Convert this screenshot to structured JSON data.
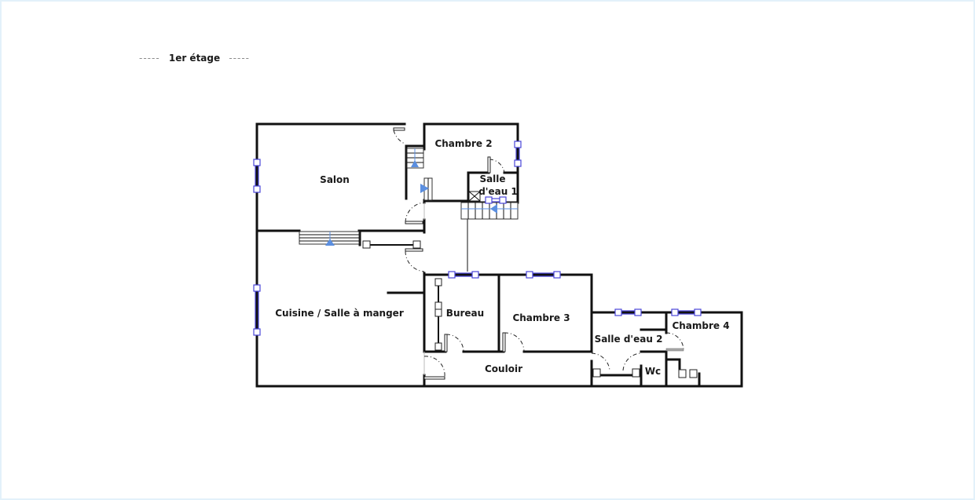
{
  "plan": {
    "floor_label": "1er étage",
    "dash_left": "-----",
    "dash_right": "-----",
    "rooms": {
      "salon": "Salon",
      "chambre2": "Chambre 2",
      "salle_eau1_line1": "Salle",
      "salle_eau1_line2": "d'eau 1",
      "cuisine": "Cuisine / Salle à manger",
      "bureau": "Bureau",
      "chambre3": "Chambre 3",
      "couloir": "Couloir",
      "salle_eau2": "Salle d'eau 2",
      "wc": "Wc",
      "chambre4": "Chambre 4"
    },
    "colors": {
      "wall": "#111111",
      "window": "#4a45d8",
      "stair_arrow": "#5b8fe0",
      "frame": "#e3f1fa"
    }
  }
}
